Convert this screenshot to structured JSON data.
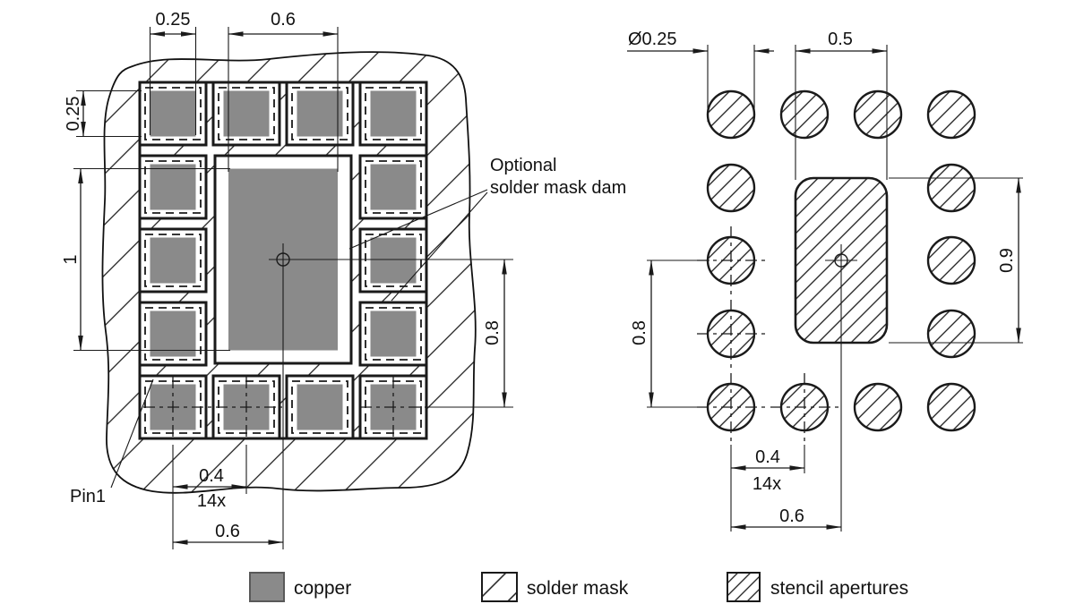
{
  "colors": {
    "copper": "#8a8a8a",
    "copper_border": "#595959",
    "line": "#1a1a1a",
    "background": "#ffffff"
  },
  "left_view": {
    "description": "PCB land pattern with copper pads and solder mask",
    "pin1_label": "Pin1",
    "note_line1": "Optional",
    "note_line2": "solder mask dam",
    "dim_pad_width_top": "0.25",
    "dim_center_pad_width": "0.6",
    "dim_pad_height_left": "0.25",
    "dim_center_pad_height": "1",
    "dim_center_to_pin_row": "0.8",
    "dim_pin_pitch": "0.4",
    "dim_pin_pitch_count": "14x",
    "dim_pin_to_center": "0.6"
  },
  "right_view": {
    "description": "Stencil aperture pattern",
    "dim_aperture_diameter": "Ø0.25",
    "dim_center_aperture_width": "0.5",
    "dim_center_aperture_height": "0.9",
    "dim_row_span": "0.8",
    "dim_aperture_pitch": "0.4",
    "dim_aperture_pitch_count": "14x",
    "dim_aperture_to_center": "0.6"
  },
  "legend": {
    "items": [
      {
        "swatch": "copper-swatch",
        "label": "copper"
      },
      {
        "swatch": "solder-mask-swatch",
        "label": "solder mask"
      },
      {
        "swatch": "stencil-apertures-swatch",
        "label": "stencil apertures"
      }
    ]
  }
}
